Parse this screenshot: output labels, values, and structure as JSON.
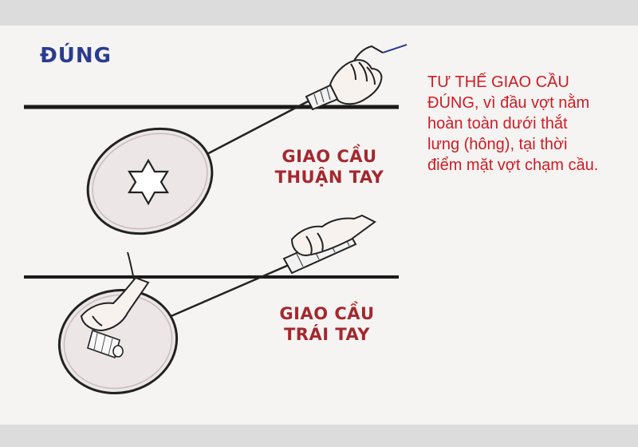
{
  "heading": "ĐÚNG",
  "forehand_label": {
    "line1": "GIAO CẦU",
    "line2": "THUẬN TAY"
  },
  "backhand_label": {
    "line1": "GIAO CẦU",
    "line2": "TRÁI TAY"
  },
  "note_lines": [
    "TƯ THẾ GIAO CẦU",
    "ĐÚNG, vì đầu vợt nằm",
    "hoàn toàn dưới thắt",
    "lưng (hông), tại thời",
    "điểm mặt vợt chạm cầu."
  ],
  "colors": {
    "heading": "#2a3c8f",
    "label": "#a4282e",
    "note": "#cf1c24",
    "lines": "#1a1a1a"
  }
}
